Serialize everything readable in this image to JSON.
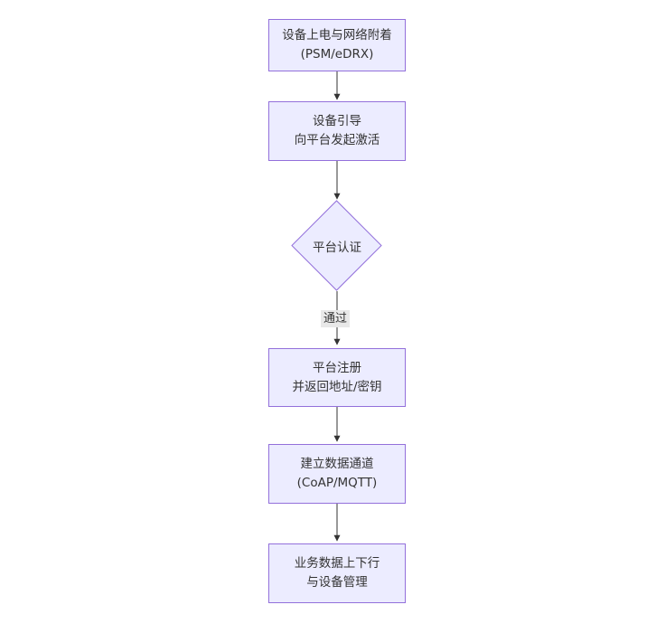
{
  "diagram": {
    "type": "flowchart-top-down",
    "colors": {
      "node_fill": "#ECECFF",
      "node_border": "#9370DB",
      "edge_line": "#333333",
      "text": "#333333",
      "edge_label_bg": "#e8e8e8",
      "background": "#ffffff"
    },
    "nodes": [
      {
        "id": "power-attach",
        "shape": "rect",
        "line1": "设备上电与网络附着",
        "line2": "(PSM/eDRX)"
      },
      {
        "id": "bootstrap",
        "shape": "rect",
        "line1": "设备引导",
        "line2": "向平台发起激活"
      },
      {
        "id": "auth",
        "shape": "diamond",
        "line1": "平台认证"
      },
      {
        "id": "register",
        "shape": "rect",
        "line1": "平台注册",
        "line2": "并返回地址/密钥"
      },
      {
        "id": "channel",
        "shape": "rect",
        "line1": "建立数据通道",
        "line2": "(CoAP/MQTT)"
      },
      {
        "id": "business",
        "shape": "rect",
        "line1": "业务数据上下行",
        "line2": "与设备管理"
      }
    ],
    "edges": [
      {
        "from": "power-attach",
        "to": "bootstrap",
        "label": ""
      },
      {
        "from": "bootstrap",
        "to": "auth",
        "label": ""
      },
      {
        "from": "auth",
        "to": "register",
        "label": "通过"
      },
      {
        "from": "register",
        "to": "channel",
        "label": ""
      },
      {
        "from": "channel",
        "to": "business",
        "label": ""
      }
    ],
    "edge_label": "通过"
  }
}
